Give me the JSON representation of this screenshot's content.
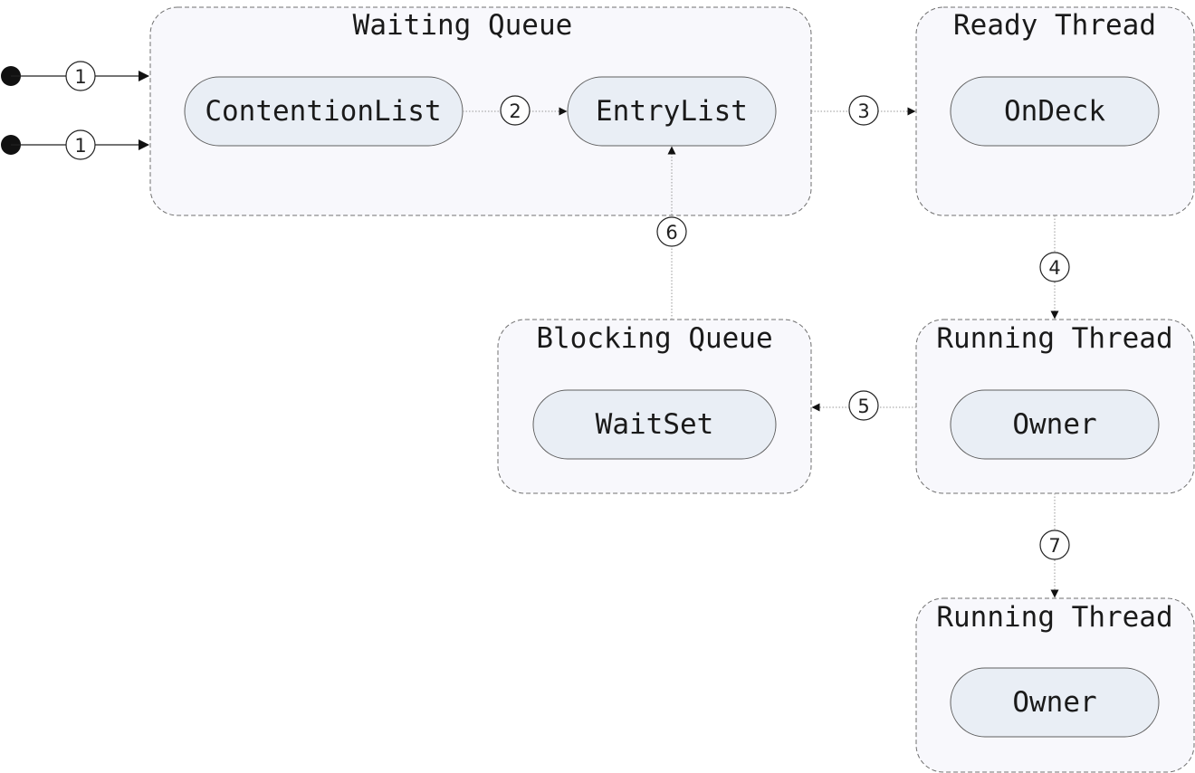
{
  "groups": {
    "waiting_queue": "Waiting Queue",
    "ready_thread": "Ready Thread",
    "blocking_queue": "Blocking Queue",
    "running_thread_1": "Running Thread",
    "running_thread_2": "Running Thread"
  },
  "nodes": {
    "contention_list": "ContentionList",
    "entry_list": "EntryList",
    "on_deck": "OnDeck",
    "wait_set": "WaitSet",
    "owner_1": "Owner",
    "owner_2": "Owner"
  },
  "steps": {
    "s1a": "1",
    "s1b": "1",
    "s2": "2",
    "s3": "3",
    "s4": "4",
    "s5": "5",
    "s6": "6",
    "s7": "7"
  }
}
